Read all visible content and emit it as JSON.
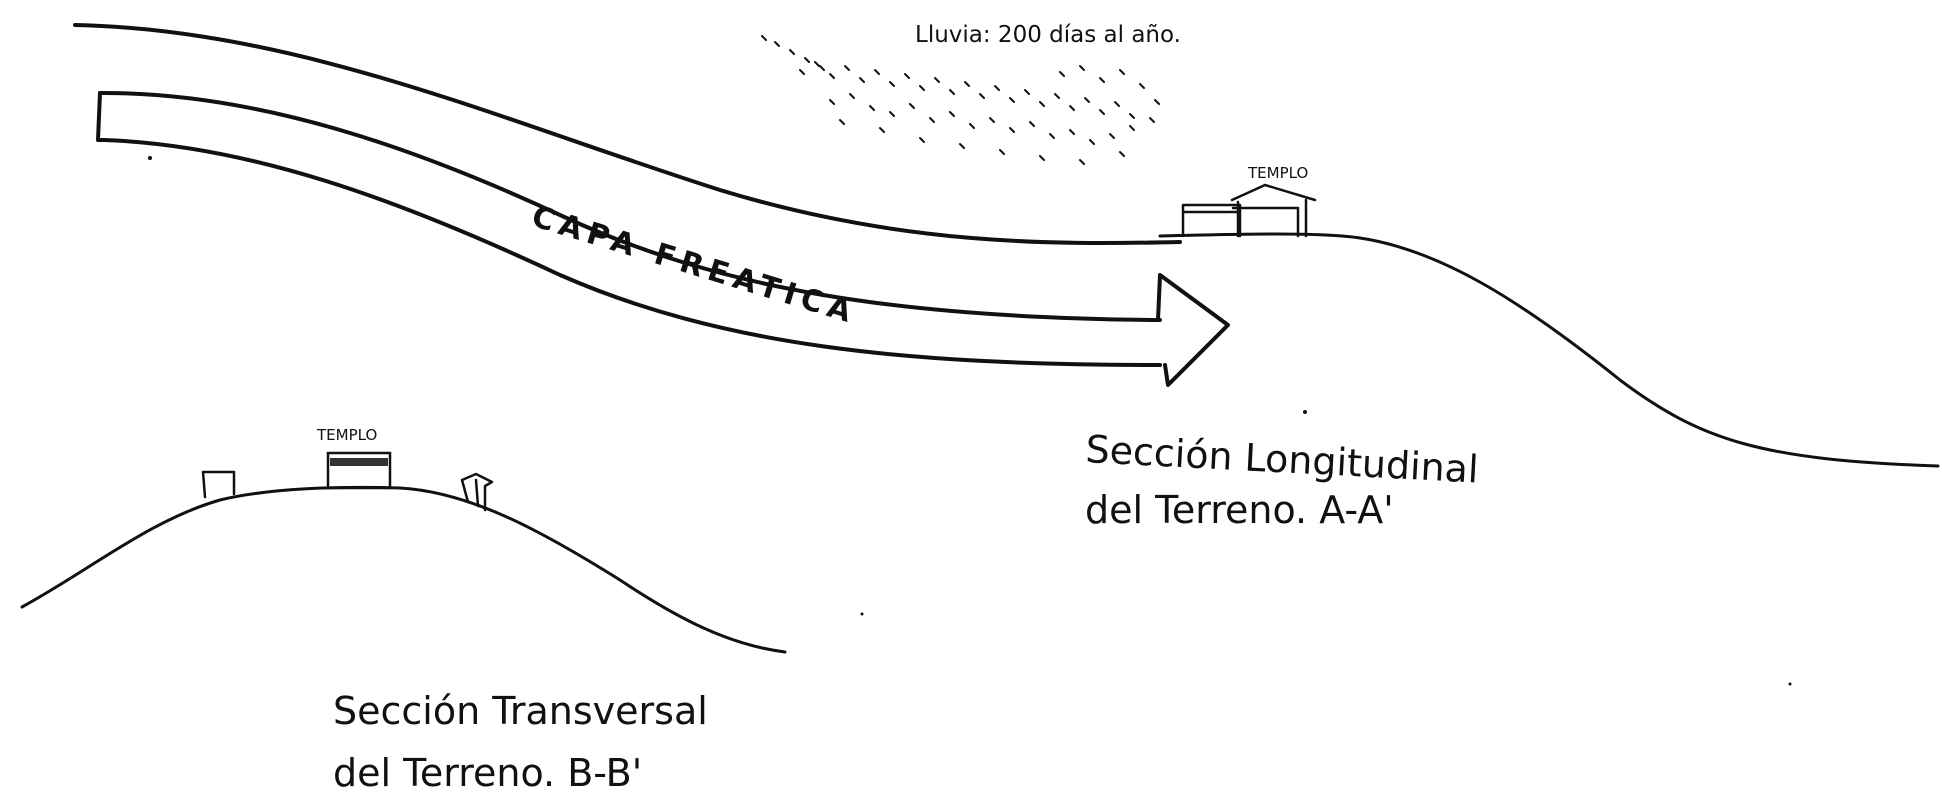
{
  "rain_label": "Lluvia: 200 días al año.",
  "water_table_label": "CAPA FREATICA",
  "longitudinal": {
    "temple_label": "TEMPLO",
    "title_line1": "Sección Longitudinal",
    "title_line2": "del Terreno. A-A'"
  },
  "transversal": {
    "temple_label": "TEMPLO",
    "title_line1": "Sección Transversal",
    "title_line2": "del Terreno. B-B'"
  },
  "colors": {
    "ink": "#111111",
    "background": "#ffffff"
  }
}
